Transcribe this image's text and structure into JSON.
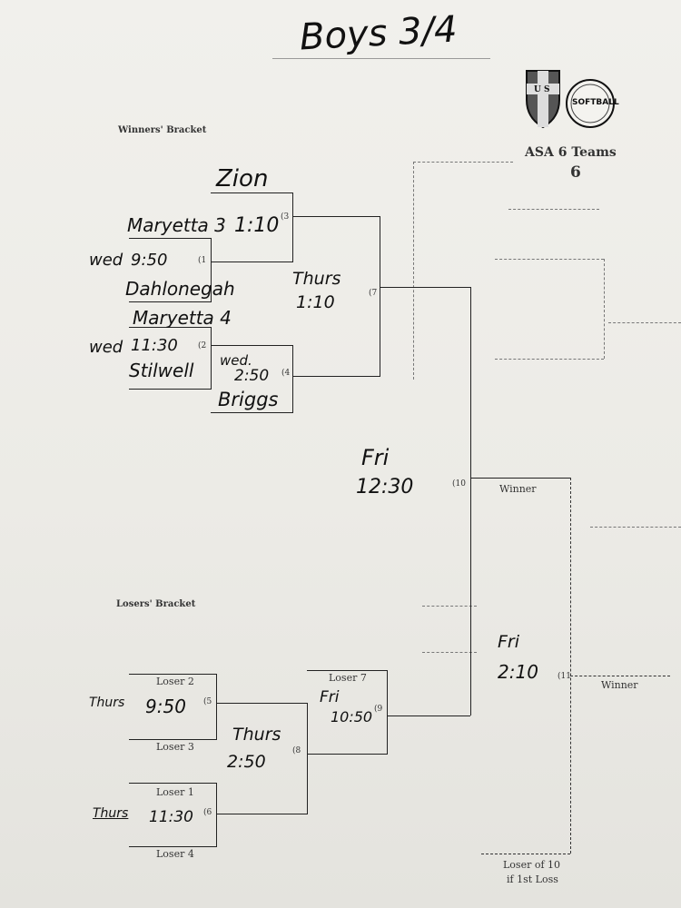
{
  "header": {
    "handwritten_title": "Boys 3/4",
    "logo_text_1": "U S",
    "logo_text_2": "SOFTBALL",
    "format": "ASA 6 Teams",
    "format_number": "6"
  },
  "winners_bracket": {
    "title": "Winners' Bracket",
    "game1": {
      "num": "(1",
      "top_team": "Maryetta 3",
      "bottom_team": "Dahlonegah",
      "day": "wed",
      "time": "9:50"
    },
    "game2": {
      "num": "(2",
      "top_team": "Maryetta 4",
      "bottom_team": "Stilwell",
      "day": "wed",
      "time": "11:30"
    },
    "game3": {
      "num": "(3",
      "team": "Zion",
      "time": "1:10"
    },
    "game4": {
      "num": "(4",
      "team": "Briggs",
      "day": "wed.",
      "time": "2:50"
    },
    "game7": {
      "num": "(7",
      "day": "Thurs",
      "time": "1:10"
    },
    "game10": {
      "num": "(10",
      "day": "Fri",
      "time": "12:30",
      "label": "Winner"
    }
  },
  "losers_bracket": {
    "title": "Losers' Bracket",
    "game5": {
      "num": "(5",
      "top": "Loser 2",
      "bottom": "Loser 3",
      "day": "Thurs",
      "time": "9:50"
    },
    "game6": {
      "num": "(6",
      "top": "Loser 1",
      "bottom": "Loser 4",
      "day": "Thurs",
      "time": "11:30"
    },
    "game8": {
      "num": "(8",
      "day": "Thurs",
      "time": "2:50"
    },
    "game9": {
      "num": "(9",
      "top": "Loser 7",
      "day": "Fri",
      "time": "10:50"
    },
    "game11": {
      "num": "(11",
      "day": "Fri",
      "time": "2:10",
      "label": "Winner",
      "loser_note_1": "Loser of 10",
      "loser_note_2": "if 1st Loss"
    }
  }
}
